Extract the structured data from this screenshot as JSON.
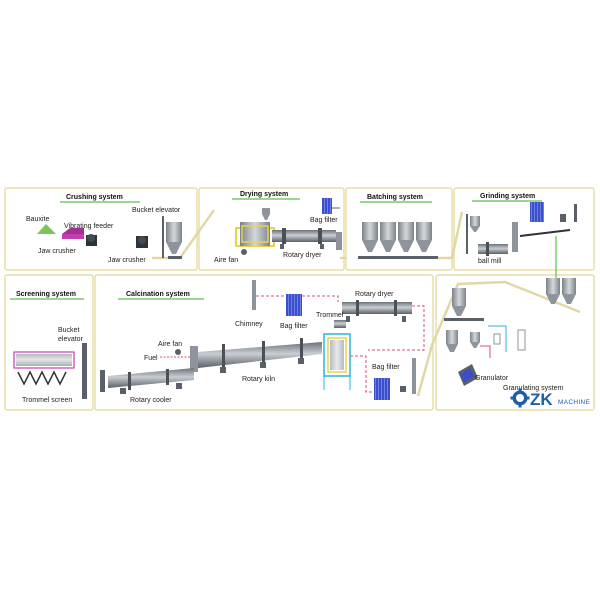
{
  "colors": {
    "panel_border": "#e8dfa8",
    "title_underline": "#5fbf4f",
    "machine": "#8d949b",
    "machine_dark": "#5a6068",
    "bag_filter": "#3a4fc9",
    "pipe_pink": "#d94b8a",
    "pipe_cyan": "#29b6d9",
    "kiln_yellow": "#e8d44a",
    "green_ore": "#7cc35a",
    "magenta_feeder": "#c23fb0",
    "brand_blue": "#1f5fa8"
  },
  "sections": {
    "crushing": {
      "title": "Crushing system"
    },
    "drying": {
      "title": "Drying system"
    },
    "batching": {
      "title": "Batching system"
    },
    "grinding": {
      "title": "Grinding system"
    },
    "screening": {
      "title": "Screening system"
    },
    "calcination": {
      "title": "Calcination system"
    },
    "granulating": {
      "title": "Granulating system"
    }
  },
  "labels": {
    "bauxite": "Bauxite",
    "vibrating_feeder": "Vibrating feeder",
    "jaw_crusher_1": "Jaw crusher",
    "jaw_crusher_2": "Jaw crusher",
    "bucket_elevator_top": "Bucket elevator",
    "bag_filter_drying": "Bag filter",
    "aire_fan_drying": "Aire fan",
    "rotary_dryer_drying": "Rotary dryer",
    "ball_mill": "ball mill",
    "chimney": "Chimney",
    "bag_filter_calc": "Bag filter",
    "rotary_dryer_calc": "Rotary dryer",
    "trommel": "Trommel",
    "bucket_elevator_left_1": "Bucket",
    "bucket_elevator_left_2": "elevator",
    "aire_fan_calc": "Aire fan",
    "fuel": "Fuel",
    "rotary_kiln": "Rotary kiln",
    "rotary_cooler": "Rotary cooler",
    "trommel_screen": "Trommel screen",
    "bag_filter_lower": "Bag filter",
    "granulator": "Granulator"
  },
  "logo": {
    "brand": "ZK",
    "subtitle": "MACHINE"
  }
}
